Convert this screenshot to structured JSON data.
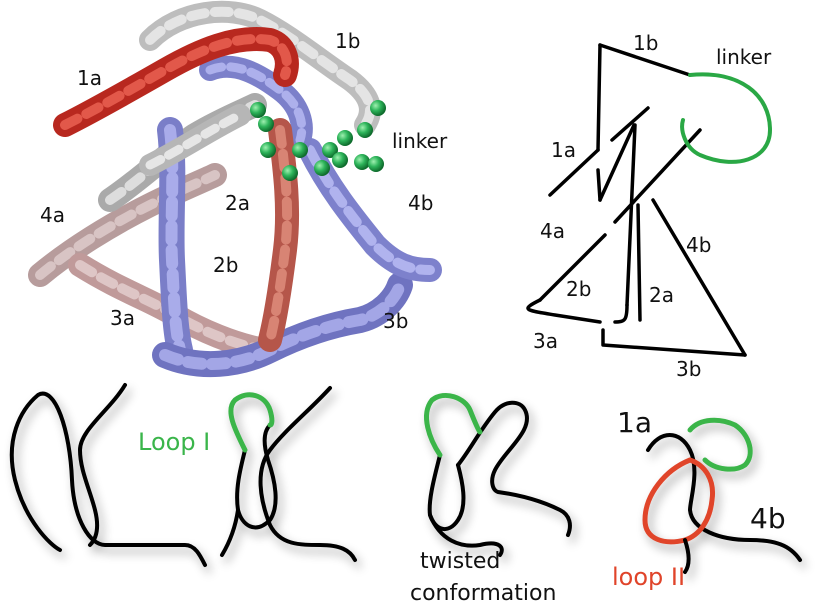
{
  "protein_labels": {
    "h1a": "1a",
    "h1b": "1b",
    "linker": "linker",
    "h2a": "2a",
    "h2b": "2b",
    "h3a": "3a",
    "h3b": "3b",
    "h4a": "4a",
    "h4b": "4b"
  },
  "topology_labels": {
    "h1a": "1a",
    "h1b": "1b",
    "linker": "linker",
    "h2a": "2a",
    "h2b": "2b",
    "h3a": "3a",
    "h3b": "3b",
    "h4a": "4a",
    "h4b": "4b"
  },
  "bottom_labels": {
    "loop1": "Loop I",
    "twisted_line1": "twisted",
    "twisted_line2": "conformation",
    "label_1a": "1a",
    "label_4b": "4b",
    "loop2": "loop II"
  },
  "colors": {
    "red_helix": "#c0392b",
    "gray_helix": "#c8c8c8",
    "blue_helix": "#8c8fd6",
    "pink_helix": "#c8a8a8",
    "green": "#3ab54a",
    "red_loop": "#e0442a",
    "black": "#000000"
  }
}
